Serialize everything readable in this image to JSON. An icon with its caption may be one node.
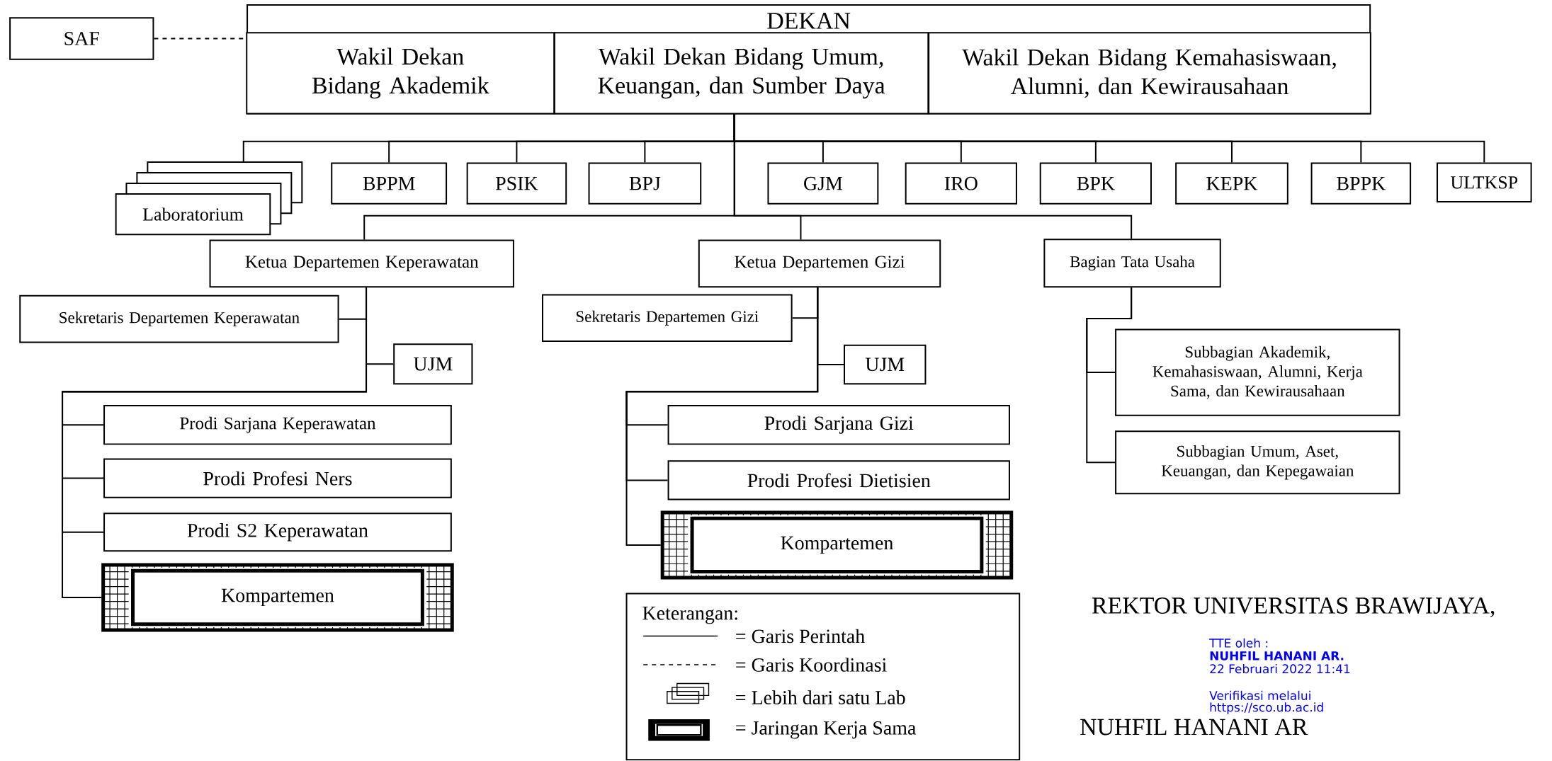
{
  "diagram": {
    "nodes": [
      {
        "text": [
          "DEKAN"
        ]
      },
      {
        "text": [
          "Wakil Dekan Bidang Akademik"
        ],
        "in": 0
      },
      {
        "text": [
          "Wakil Dekan Bidang Umum, Keuangan, dan Sumber Daya"
        ],
        "in": 0
      },
      {
        "text": [
          "Wakil Dekan Bidang Kemahasiswaan, Alumni, dan Kewirausahaan"
        ],
        "in": 0
      },
      {
        "text": [
          "SAF"
        ]
      },
      {
        "text": [
          "Laboratorium"
        ]
      },
      {
        "text": [
          "BPPM"
        ]
      },
      {
        "text": [
          "PSIK"
        ]
      },
      {
        "text": [
          "BPJ"
        ]
      },
      {
        "text": [
          "GJM"
        ]
      },
      {
        "text": [
          "IRO"
        ]
      },
      {
        "text": [
          "BPK"
        ]
      },
      {
        "text": [
          "KEPK"
        ]
      },
      {
        "text": [
          "BPPK"
        ]
      },
      {
        "text": [
          "ULTKSP"
        ]
      },
      {
        "text": [
          "Ketua Departemen Keperawatan"
        ]
      },
      {
        "text": [
          "Ketua Departemen Gizi"
        ]
      },
      {
        "text": [
          "Bagian Tata Usaha"
        ]
      },
      {
        "text": [
          "Sekretaris Departemen Keperawatan"
        ]
      },
      {
        "text": [
          "UJM"
        ]
      },
      {
        "text": [
          "Prodi Sarjana Keperawatan"
        ]
      },
      {
        "text": [
          "Prodi Profesi Ners"
        ]
      },
      {
        "text": [
          "Prodi S2 Keperawatan"
        ]
      },
      {
        "text": [
          "Kompartemen"
        ]
      },
      {
        "text": [
          "Sekretaris Departemen Gizi"
        ]
      },
      {
        "text": [
          "UJM"
        ]
      },
      {
        "text": [
          "Prodi Sarjana Gizi"
        ]
      },
      {
        "text": [
          "Prodi Profesi Dietisien"
        ]
      },
      {
        "text": [
          "Kompartemen"
        ]
      },
      {
        "text": [
          "Subbagian Akademik, Kemahasiswaan, Alumni, Kerja Sama, dan Kewirausahaan"
        ]
      },
      {
        "text": [
          "Subbagian Umum, Aset, Keuangan, dan Kepegawaian"
        ]
      }
    ],
    "edges": [
      {
        "from": 4,
        "to": 0,
        "arrow": "none",
        "style": "dashed"
      },
      {
        "from": 0,
        "to": 5,
        "arrow": "none"
      },
      {
        "from": 0,
        "to": 6,
        "arrow": "none"
      },
      {
        "from": 0,
        "to": 7,
        "arrow": "none"
      },
      {
        "from": 0,
        "to": 8,
        "arrow": "none"
      },
      {
        "from": 0,
        "to": 9,
        "arrow": "none"
      },
      {
        "from": 0,
        "to": 10,
        "arrow": "none"
      },
      {
        "from": 0,
        "to": 11,
        "arrow": "none"
      },
      {
        "from": 0,
        "to": 12,
        "arrow": "none"
      },
      {
        "from": 0,
        "to": 13,
        "arrow": "none"
      },
      {
        "from": 0,
        "to": 14,
        "arrow": "none"
      },
      {
        "from": 0,
        "to": 15,
        "arrow": "none"
      },
      {
        "from": 0,
        "to": 16,
        "arrow": "none"
      },
      {
        "from": 0,
        "to": 17,
        "arrow": "none"
      },
      {
        "from": 15,
        "to": 18,
        "arrow": "none"
      },
      {
        "from": 15,
        "to": 19,
        "arrow": "none"
      },
      {
        "from": 15,
        "to": 20,
        "arrow": "none"
      },
      {
        "from": 15,
        "to": 21,
        "arrow": "none"
      },
      {
        "from": 15,
        "to": 22,
        "arrow": "none"
      },
      {
        "from": 15,
        "to": 23,
        "arrow": "none"
      },
      {
        "from": 16,
        "to": 24,
        "arrow": "none"
      },
      {
        "from": 16,
        "to": 25,
        "arrow": "none"
      },
      {
        "from": 16,
        "to": 26,
        "arrow": "none"
      },
      {
        "from": 16,
        "to": 27,
        "arrow": "none"
      },
      {
        "from": 16,
        "to": 28,
        "arrow": "none"
      },
      {
        "from": 17,
        "to": 29,
        "arrow": "none"
      },
      {
        "from": 17,
        "to": 30,
        "arrow": "none"
      }
    ],
    "labels": [
      "Keterangan:",
      "REKTOR UNIVERSITAS BRAWIJAYA,",
      "TTE oleh :",
      "NUHFIL HANANI AR.",
      "22 Februari 2022 11:41",
      "Verifikasi melalui",
      "https://sco.ub.ac.id",
      "NUHFIL HANANI AR"
    ],
    "legend": [
      {
        "text": "= Garis Perintah"
      },
      {
        "text": "= Garis Koordinasi"
      },
      {
        "text": "= Lebih dari satu Lab"
      },
      {
        "text": "= Jaringan Kerja Sama"
      }
    ]
  }
}
